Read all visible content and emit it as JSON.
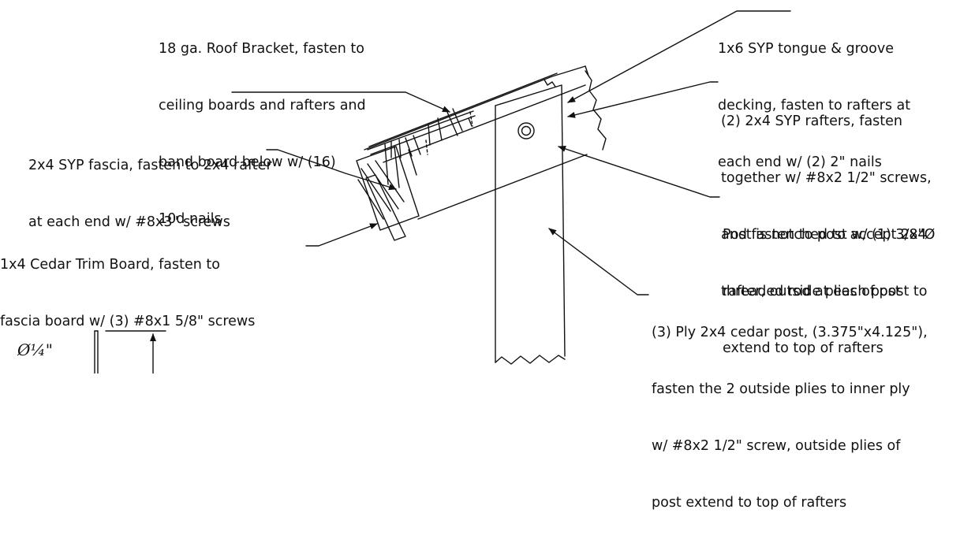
{
  "notes": {
    "roof_bracket": [
      "18 ga. Roof Bracket, fasten to",
      "ceiling boards and rafters and",
      "band board below w/ (16)",
      "10d nails"
    ],
    "decking": [
      "1x6 SYP tongue & groove",
      "decking, fasten to rafters at",
      "each end w/ (2) 2\" nails"
    ],
    "rafters": [
      "(2) 2x4 SYP rafters, fasten",
      "together w/ #8x2 1/2\" screws,",
      "and fasten to post w/ (1) 3/8\"Ø",
      "threaded rod at each post"
    ],
    "fascia": [
      "2x4 SYP fascia, fasten to 2x4 rafter",
      "at each end w/ #8x3\" screws"
    ],
    "post_notch": [
      "Post is notched to accept 2x4",
      "rafter, outside plies of post to",
      "extend to top of rafters"
    ],
    "trim_board": [
      "1x4 Cedar Trim Board, fasten to",
      "fascia board w/ (3) #8x1 5/8\" screws"
    ],
    "cedar_post": [
      "(3) Ply 2x4 cedar post, (3.375\"x4.125\"),",
      "fasten the 2 outside plies to inner ply",
      "w/ #8x2 1/2\" screw, outside plies of",
      "post extend to top of rafters"
    ]
  },
  "dimension": {
    "label": "Ø¼\""
  }
}
